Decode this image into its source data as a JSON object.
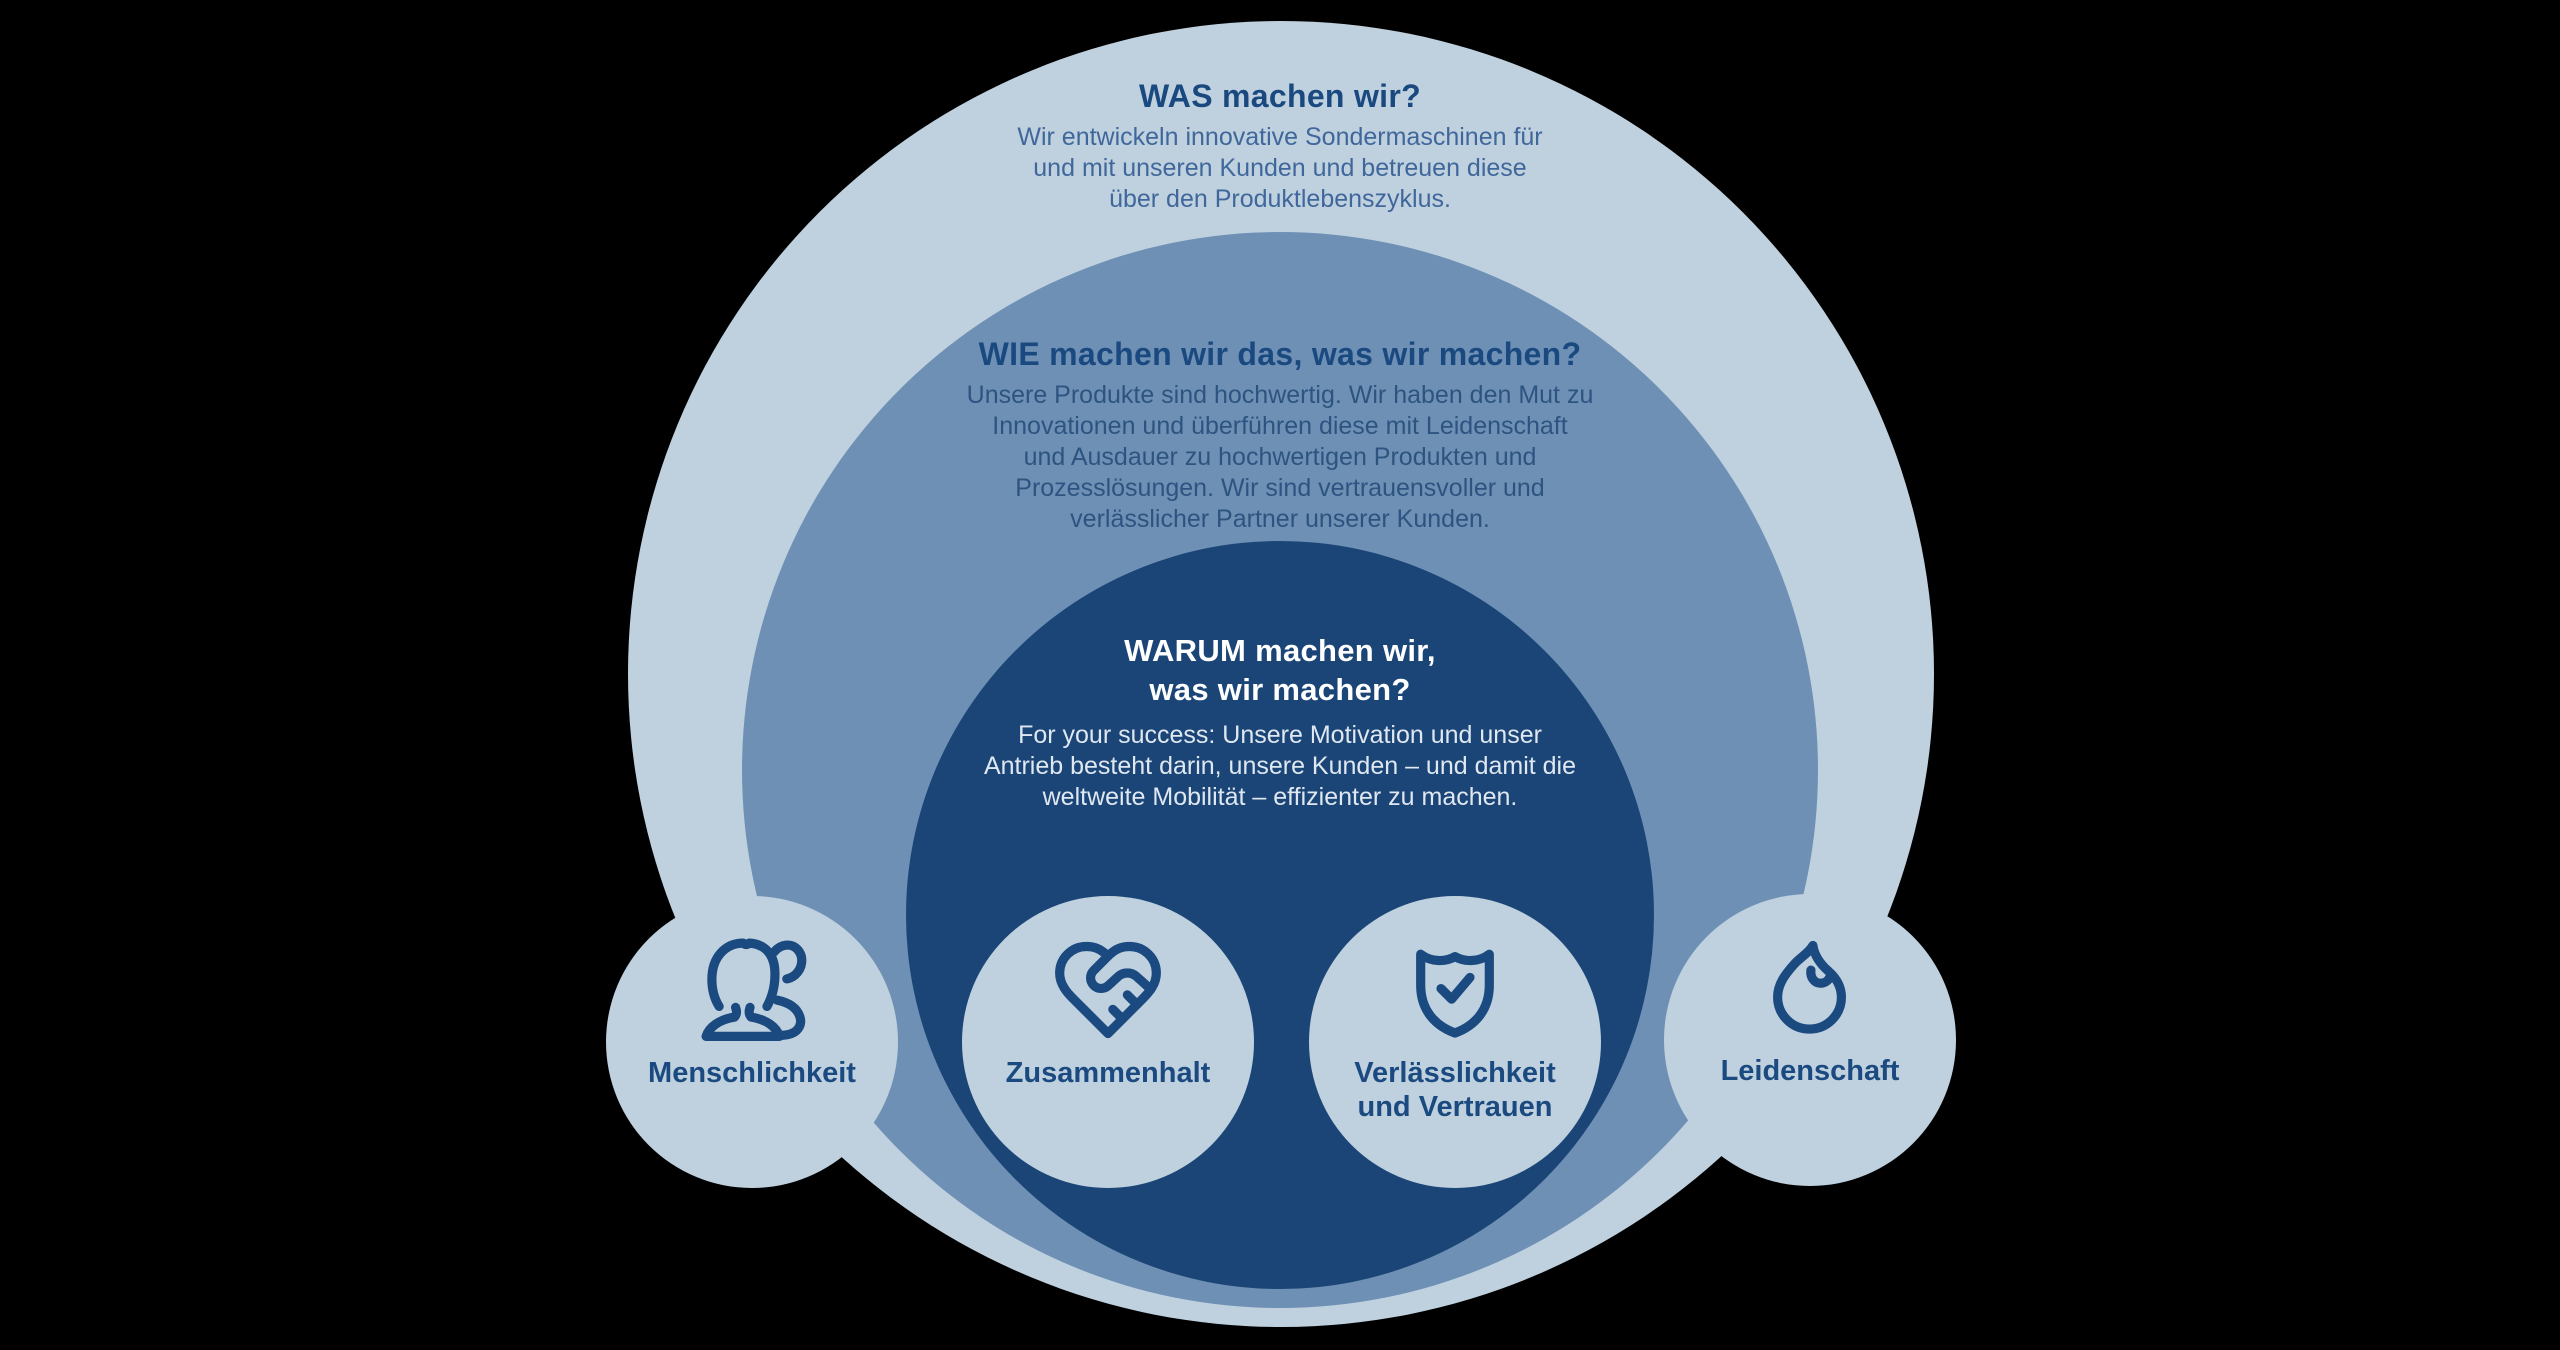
{
  "colors": {
    "background": "#000000",
    "outer_circle": "#bfd1de",
    "middle_circle": "#6e90b5",
    "inner_circle": "#1b4577",
    "heading_navy": "#1a4980",
    "heading_white": "#ffffff",
    "body_on_light": "#40679b",
    "body_on_medium": "#2d5480",
    "body_on_dark": "#dfe8f1",
    "icon_navy": "#1b4a80"
  },
  "rings": {
    "what": {
      "heading": "WAS machen wir?",
      "body": "Wir entwickeln innovative Sondermaschinen für\nund mit unseren Kunden und betreuen diese\nüber den Produktlebenszyklus."
    },
    "how": {
      "heading": "WIE machen wir das, was wir machen?",
      "body": "Unsere Produkte sind hochwertig. Wir haben den Mut zu\nInnovationen und überführen diese mit Leidenschaft\nund Ausdauer zu hochwertigen Produkten und\nProzesslösungen. Wir sind vertrauensvoller und\nverlässlicher Partner unserer Kunden."
    },
    "why": {
      "heading": "WARUM machen wir,\nwas wir machen?",
      "body": "For your success: Unsere Motivation und unser\nAntrieb besteht darin, unsere Kunden – und damit die\nweltweite Mobilität – effizienter zu machen."
    }
  },
  "values": [
    {
      "label": "Menschlichkeit",
      "icon": "two-women-icon"
    },
    {
      "label": "Zusammenhalt",
      "icon": "heart-handshake-icon"
    },
    {
      "label": "Verlässlichkeit\nund Vertrauen",
      "icon": "shield-check-icon"
    },
    {
      "label": "Leidenschaft",
      "icon": "flame-icon"
    }
  ]
}
